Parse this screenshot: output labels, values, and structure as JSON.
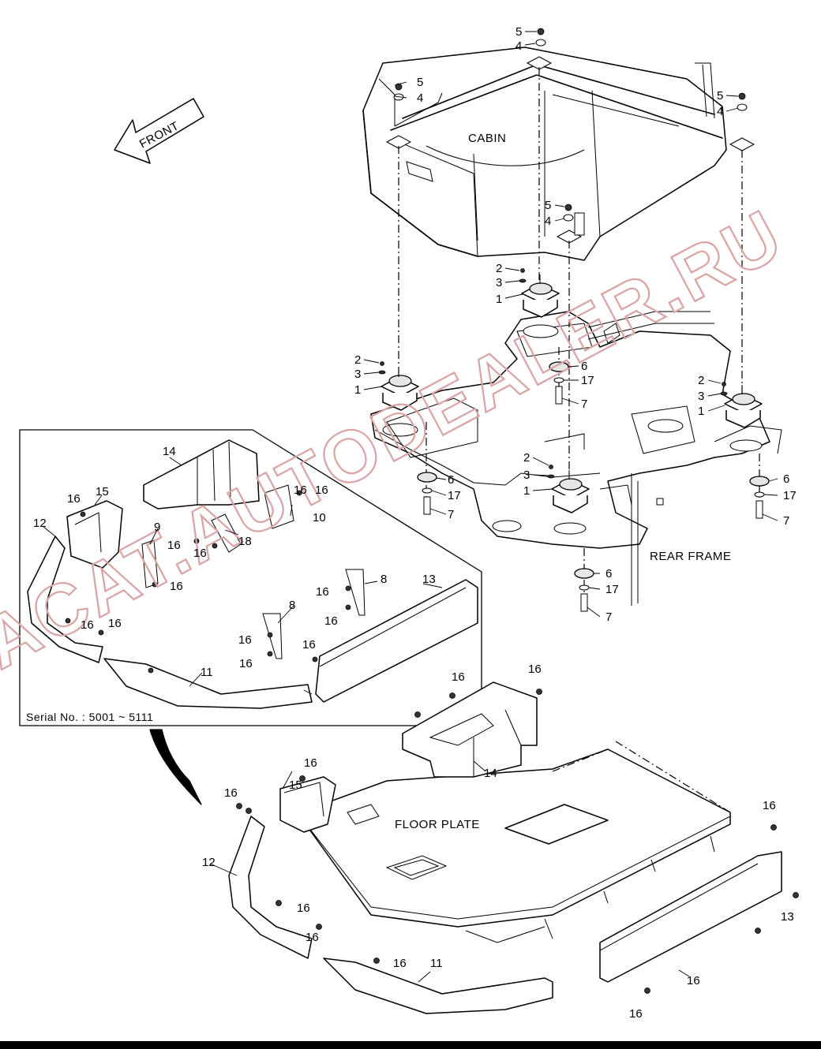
{
  "labels": {
    "cabin": "CABIN",
    "front": "FRONT",
    "rear_frame": "REAR FRAME",
    "floor_plate": "FLOOR PLATE",
    "serial": "Serial No. : 5001 ~ 5111"
  },
  "watermark": "ACAT.AUTODEALER.RU",
  "colors": {
    "line": "#000000",
    "shade": "#e6e6e6",
    "watermark": "#d9a3a3"
  },
  "callouts": [
    "5",
    "4",
    "5",
    "4",
    "5",
    "4",
    "5",
    "4",
    "2",
    "3",
    "1",
    "6",
    "17",
    "7",
    "2",
    "3",
    "1",
    "2",
    "3",
    "1",
    "6",
    "17",
    "7",
    "2",
    "3",
    "1",
    "6",
    "17",
    "7",
    "6",
    "17",
    "7",
    "14",
    "15",
    "16",
    "16",
    "12",
    "9",
    "16",
    "16",
    "18",
    "16",
    "10",
    "16",
    "8",
    "13",
    "16",
    "16",
    "16",
    "16",
    "16",
    "8",
    "16",
    "16",
    "11",
    "16",
    "16",
    "14",
    "16",
    "15",
    "16",
    "12",
    "16",
    "16",
    "11",
    "16",
    "16",
    "13",
    "16"
  ]
}
